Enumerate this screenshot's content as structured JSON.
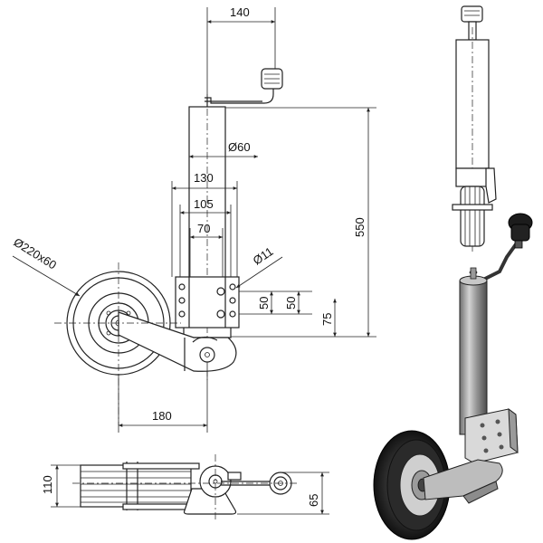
{
  "drawing": {
    "dimensions": {
      "d140": "140",
      "d60": "Ø60",
      "d130": "130",
      "d105": "105",
      "d70": "70",
      "d11": "Ø11",
      "d550": "550",
      "d50a": "50",
      "d50b": "50",
      "d75": "75",
      "dwheel": "Ø220x60",
      "d180": "180",
      "d110": "110",
      "d65": "65"
    }
  }
}
